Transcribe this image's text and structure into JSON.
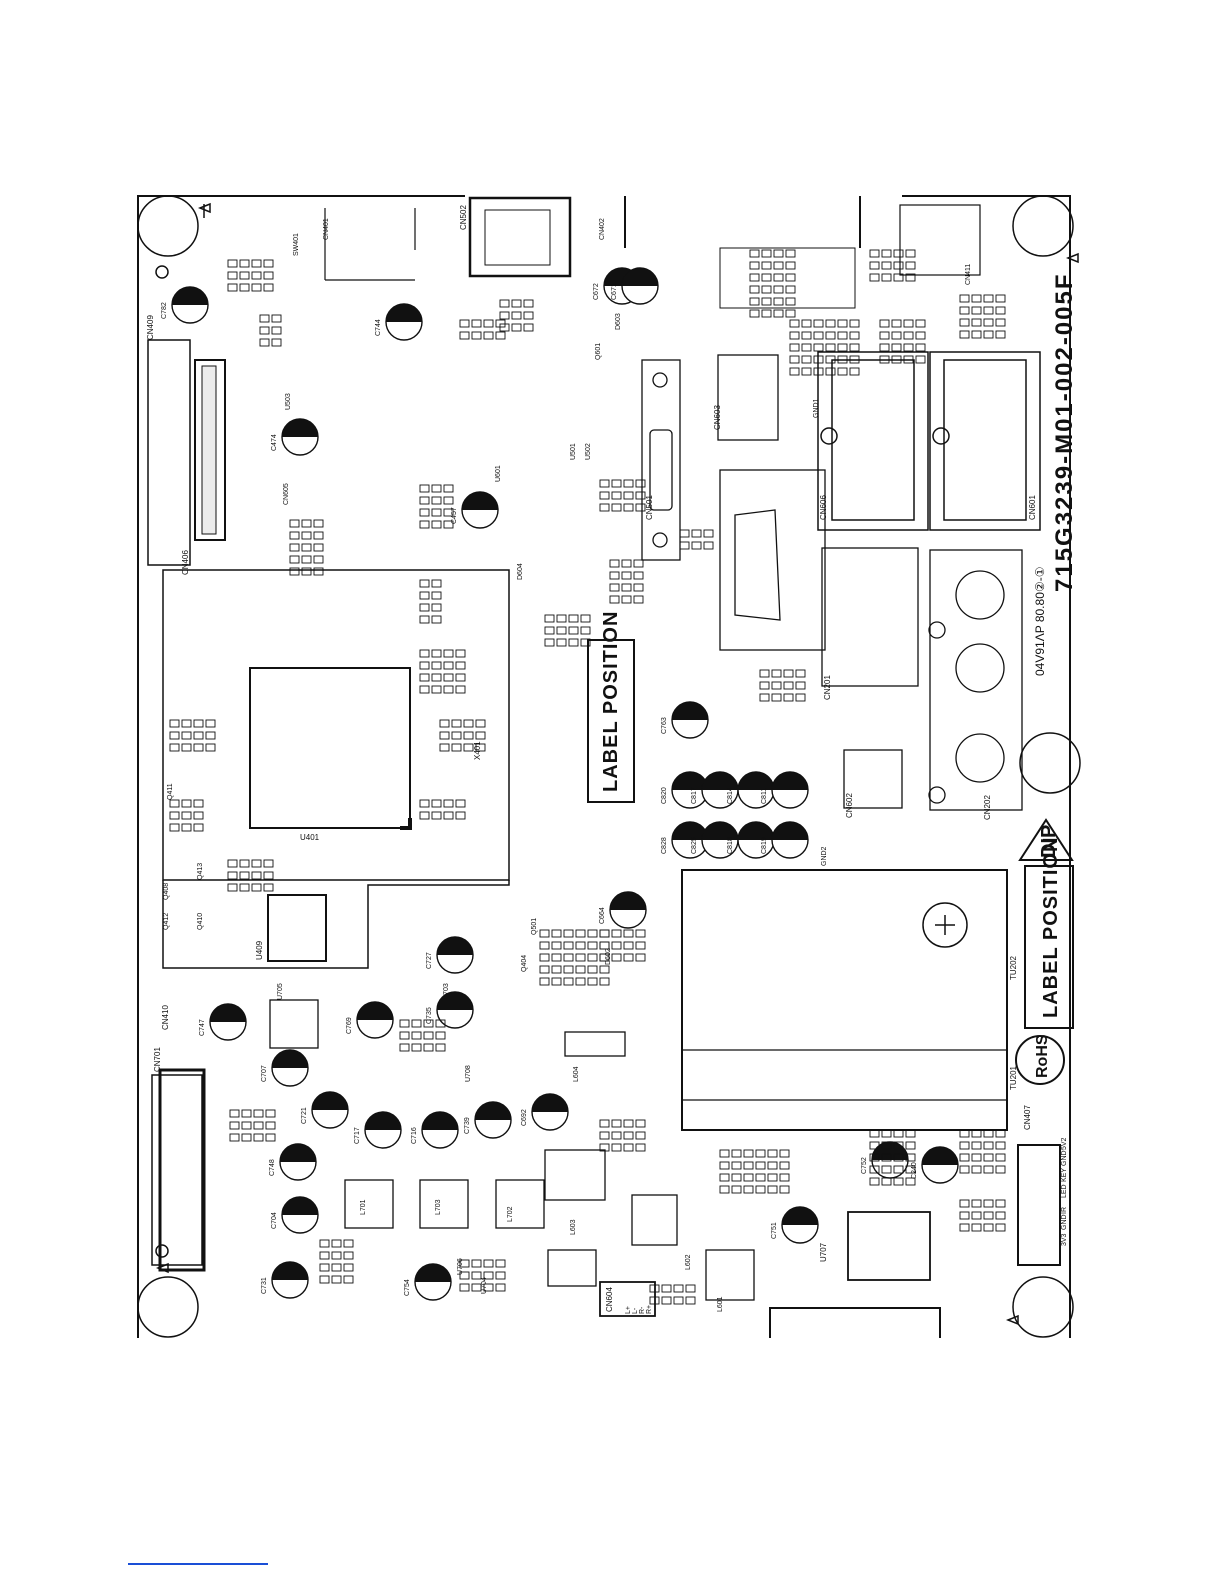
{
  "board": {
    "part_number": "715G3239-M01-002-005F",
    "revision_mark": "②-①",
    "date_stamp": "04V91ΛP 80.80",
    "rohs_label": "RoHS",
    "dip_label": "DIP",
    "label_position_top": "LABEL POSITION",
    "label_position_right": "LABEL POSITION",
    "ic_labels": {
      "main_chip": "U401",
      "aux_chip": "U409",
      "crystal": "X401",
      "tuner_upper": "TU202",
      "tuner_lower": "TU201",
      "dc_chip": "U707",
      "conn_top": "CN502",
      "conn_lvds": "CN409",
      "conn_lvds2": "CN406",
      "conn_power": "CN701",
      "conn_key": "CN407",
      "scart_top": "CN606",
      "scart_right": "CN601",
      "av_jacks": "CN202",
      "hdmi": "CN501",
      "vga": "CN201",
      "usb": "CN603",
      "spdif": "CN602",
      "spk": "CN604",
      "ir": "CN410"
    },
    "key_pins": [
      "5V2",
      "GND",
      "KEY",
      "LED",
      "IR",
      "GND",
      "3V3"
    ],
    "speaker_pins": [
      "L+",
      "L-",
      "R-",
      "R+"
    ],
    "cap_labels": [
      "C782",
      "C744",
      "C474",
      "C457",
      "C672",
      "C671",
      "C763",
      "C820",
      "C817",
      "C814",
      "C811",
      "C828",
      "C825",
      "C818",
      "C819",
      "C664",
      "C727",
      "C735",
      "C769",
      "C747",
      "C707",
      "C721",
      "C717",
      "C716",
      "C739",
      "C692",
      "C748",
      "C704",
      "C731",
      "C754",
      "C751",
      "C752",
      "C240",
      "C201"
    ],
    "misc_labels": [
      "SW401",
      "GND1",
      "GND2",
      "U703",
      "U705",
      "U708",
      "U704",
      "U706",
      "L701",
      "L702",
      "L703",
      "L601",
      "L602",
      "L603",
      "L604",
      "U601",
      "U501",
      "U502",
      "U503",
      "Q408",
      "Q412",
      "Q413",
      "Q410",
      "Q411",
      "Q404",
      "Q601",
      "Q501",
      "D602",
      "D603",
      "D604",
      "CN411",
      "CN605",
      "CN401",
      "CN402",
      "CN204"
    ]
  }
}
